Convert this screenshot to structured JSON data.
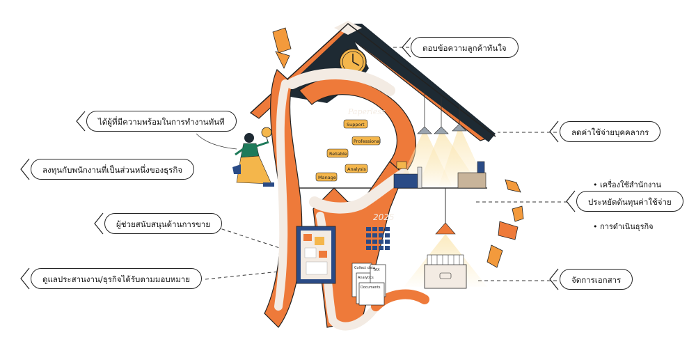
{
  "labels": {
    "quick_reply": "ตอบข้อความลูกค้าทันใจ",
    "ready_staff": "ได้ผู้ที่มีความพร้อมในการทำงานทันที",
    "invest_employee": "ลงทุนกับพนักงานที่เป็นส่วนหนึ่งของธุรกิจ",
    "sales_support": "ผู้ช่วยสนับสนุนด้านการขาย",
    "coordinate": "ดูแลประสานงาน/ธุรกิจได้รับตามมอบหมาย",
    "reduce_personnel": "ลดค่าใช้จ่ายบุคคลากร",
    "save_cost": "ประหยัดต้นทุนค่าใช้จ่าย",
    "office_supplies": "• เครื่องใช้สำนักงาน",
    "operations": "• การดำเนินธุรกิจ",
    "document_mgmt": "จัดการเอกสาร"
  },
  "illustration": {
    "paperless": "Paperless",
    "tags": [
      "Support",
      "Professional",
      "Reliable",
      "Analysis",
      "Manage"
    ],
    "year": "2025",
    "files": [
      "Collect data",
      "Analytics",
      "Documents",
      "TAX"
    ]
  },
  "colors": {
    "orange": "#EE7A3A",
    "dark_roof": "#1E2A33",
    "cream": "#F3EBE3",
    "yellow": "#F4B64B",
    "navy": "#2A4B86",
    "line": "#222222"
  }
}
